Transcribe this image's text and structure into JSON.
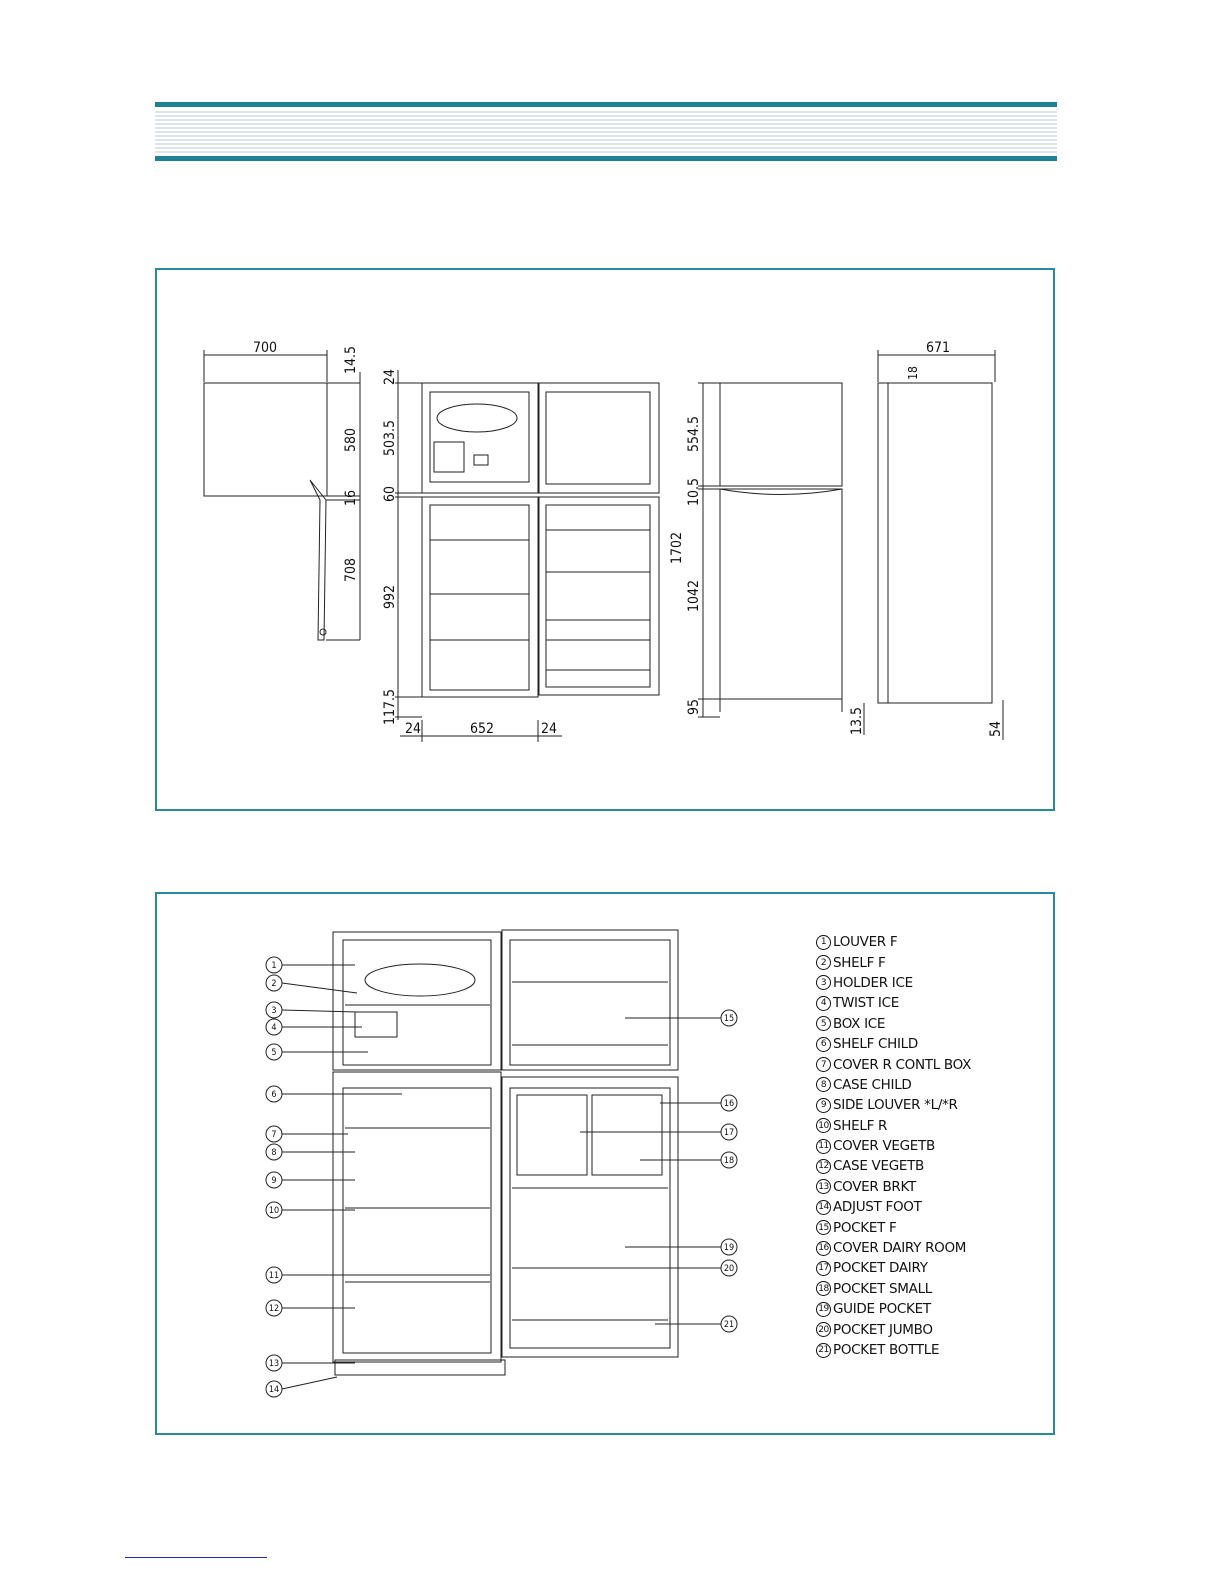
{
  "header": {
    "band_color": "#1f7f94",
    "stripe_color": "#b7c9d0"
  },
  "dimensions_panel": {
    "front_view": {
      "width_labels": [
        "24",
        "652",
        "24"
      ],
      "height_labels": [
        "24",
        "503.5",
        "60",
        "992",
        "117.5"
      ]
    },
    "side_view_left": {
      "width_label": "700",
      "height_labels": [
        "14.5",
        "580",
        "16",
        "708"
      ]
    },
    "closed_front_view": {
      "height_labels": [
        "554.5",
        "10.5",
        "1702",
        "1042",
        "95"
      ]
    },
    "side_view_right": {
      "width_label": "671",
      "height_labels": [
        "18",
        "13.5",
        "54"
      ]
    }
  },
  "parts_panel": {
    "callouts": [
      "1",
      "2",
      "3",
      "4",
      "5",
      "6",
      "7",
      "8",
      "9",
      "10",
      "11",
      "12",
      "13",
      "14",
      "15",
      "16",
      "17",
      "18",
      "19",
      "20",
      "21"
    ],
    "legend": [
      {
        "num": "1",
        "label": "LOUVER F"
      },
      {
        "num": "2",
        "label": "SHELF F"
      },
      {
        "num": "3",
        "label": "HOLDER ICE"
      },
      {
        "num": "4",
        "label": "TWIST ICE"
      },
      {
        "num": "5",
        "label": "BOX ICE"
      },
      {
        "num": "6",
        "label": "SHELF CHILD"
      },
      {
        "num": "7",
        "label": "COVER R CONTL BOX"
      },
      {
        "num": "8",
        "label": "CASE CHILD"
      },
      {
        "num": "9",
        "label": "SIDE LOUVER *L/*R"
      },
      {
        "num": "10",
        "label": "SHELF R"
      },
      {
        "num": "11",
        "label": "COVER VEGETB"
      },
      {
        "num": "12",
        "label": "CASE VEGETB"
      },
      {
        "num": "13",
        "label": "COVER BRKT"
      },
      {
        "num": "14",
        "label": "ADJUST FOOT"
      },
      {
        "num": "15",
        "label": "POCKET F"
      },
      {
        "num": "16",
        "label": "COVER DAIRY ROOM"
      },
      {
        "num": "17",
        "label": "POCKET DAIRY"
      },
      {
        "num": "18",
        "label": "POCKET SMALL"
      },
      {
        "num": "19",
        "label": "GUIDE POCKET"
      },
      {
        "num": "20",
        "label": "POCKET JUMBO"
      },
      {
        "num": "21",
        "label": "POCKET BOTTLE"
      }
    ]
  }
}
